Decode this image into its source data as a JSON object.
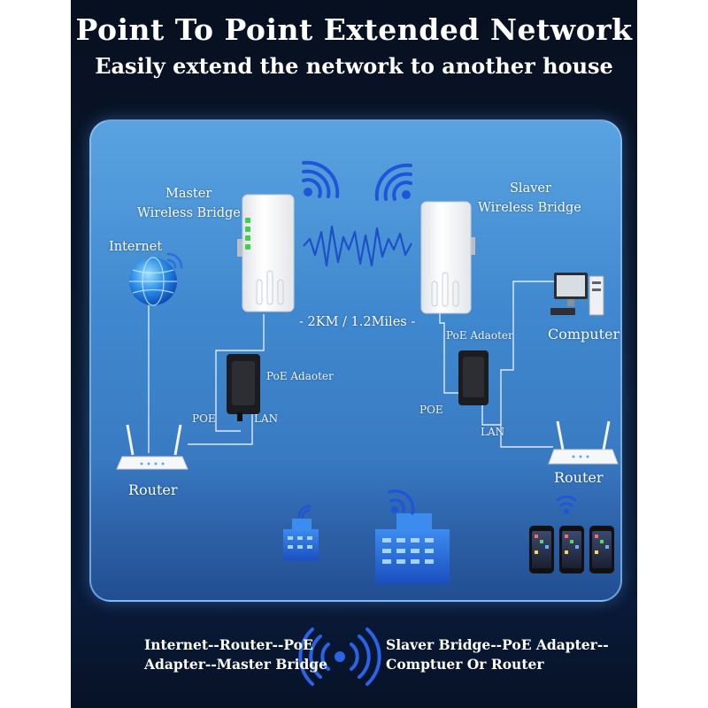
{
  "header": {
    "title": "Point To Point Extended Network",
    "subtitle": "Easily extend the network to another house"
  },
  "diagram": {
    "master_bridge": [
      "Master",
      "Wireless Bridge"
    ],
    "slaver_bridge": [
      "Slaver",
      "Wireless Bridge"
    ],
    "internet": "Internet",
    "distance": "- 2KM / 1.2Miles -",
    "poe_adapter_left": "PoE Adaoter",
    "poe_adapter_right": "PoE Adaoter",
    "port_poe_left": "POE",
    "port_lan_left": "LAN",
    "port_poe_right": "POE",
    "port_lan_right": "LAN",
    "router_left": "Router",
    "router_right": "Router",
    "computer": "Computer"
  },
  "footer": {
    "left": [
      "Internet--Router--PoE",
      "Adapter--Master Bridge"
    ],
    "right": [
      "Slaver Bridge--PoE Adapter--",
      "Comptuer Or Router"
    ]
  },
  "colors": {
    "panel": "#3f88cf",
    "wave": "#1d4fc8",
    "background": "#0b1a33",
    "led": "#3fd04a"
  }
}
